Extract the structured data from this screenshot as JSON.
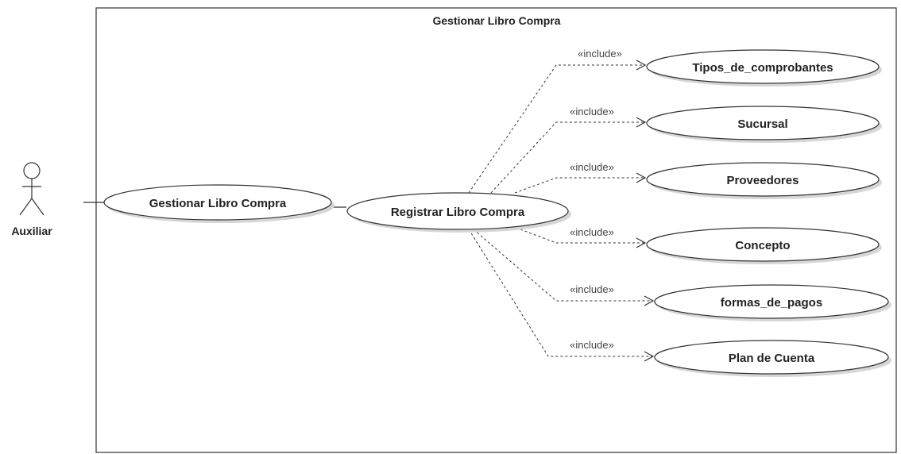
{
  "diagram": {
    "system_title": "Gestionar Libro Compra",
    "actor": {
      "name": "Auxiliar"
    },
    "use_cases": {
      "gestionar": "Gestionar Libro Compra",
      "registrar": "Registrar Libro Compra",
      "tipos": "Tipos_de_comprobantes",
      "sucursal": "Sucursal",
      "proveedores": "Proveedores",
      "concepto": "Concepto",
      "formas": "formas_de_pagos",
      "plan": "Plan de Cuenta"
    },
    "include_label": "«include»"
  }
}
